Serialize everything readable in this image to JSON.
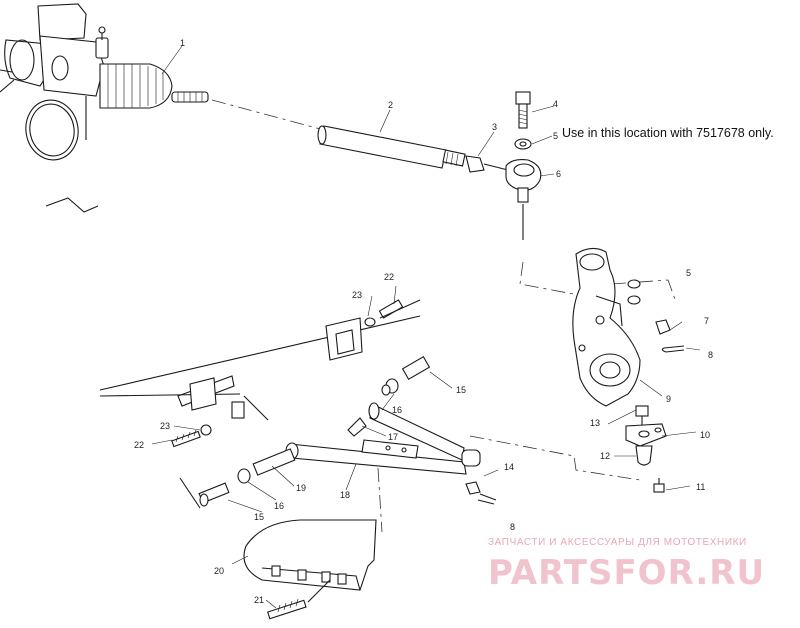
{
  "callouts": {
    "c1": "1",
    "c2": "2",
    "c3": "3",
    "c4": "4",
    "c5a": "5",
    "c6": "6",
    "c5b": "5",
    "c7": "7",
    "c8a": "8",
    "c9": "9",
    "c10": "10",
    "c11": "11",
    "c12": "12",
    "c13": "13",
    "c14": "14",
    "c8b": "8",
    "c22a": "22",
    "c23a": "23",
    "c15a": "15",
    "c16a": "16",
    "c17": "17",
    "c23b": "23",
    "c22b": "22",
    "c18": "18",
    "c19": "19",
    "c16b": "16",
    "c15b": "15",
    "c20": "20",
    "c21": "21"
  },
  "note": "Use in this location with 7517678 only.",
  "watermark": {
    "tagline": "ЗАПЧАСТИ И АКСЕССУАРЫ ДЛЯ МОТОТЕХНИКИ",
    "logo": "PARTSFOR.RU"
  }
}
